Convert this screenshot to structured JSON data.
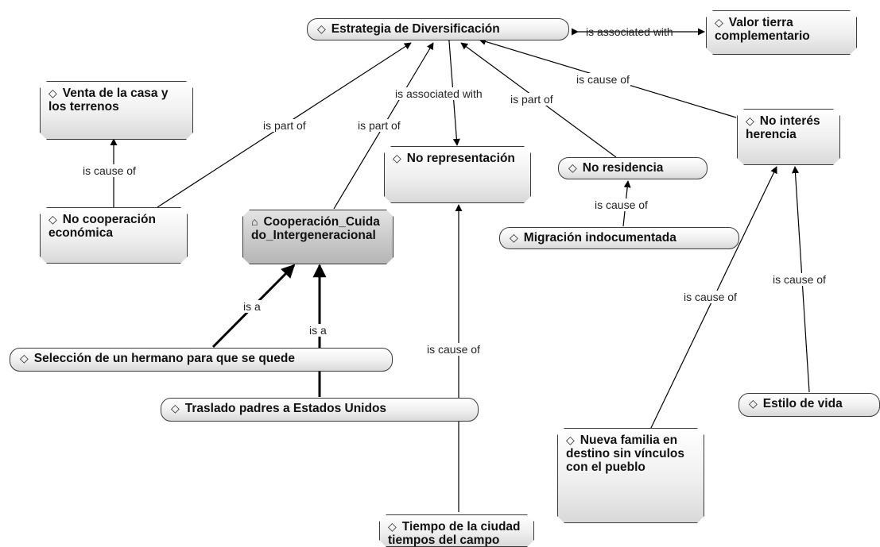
{
  "nodes": {
    "estrategia": {
      "icon": "◇",
      "label": "Estrategia de Diversificación"
    },
    "valor_tierra": {
      "icon": "◇",
      "label": "Valor tierra complementario"
    },
    "venta_casa": {
      "icon": "◇",
      "label": "Venta de la casa y los terrenos"
    },
    "no_cooperacion": {
      "icon": "◇",
      "label": "No cooperación económica"
    },
    "cooperacion": {
      "icon": "⌂",
      "label": "Cooperación_Cuidado_Intergeneracional"
    },
    "no_representacion": {
      "icon": "◇",
      "label": "No representación"
    },
    "no_residencia": {
      "icon": "◇",
      "label": "No residencia"
    },
    "migracion": {
      "icon": "◇",
      "label": "Migración indocumentada"
    },
    "no_interes": {
      "icon": "◇",
      "label": "No interés herencia"
    },
    "seleccion": {
      "icon": "◇",
      "label": "Selección de un hermano para que se quede"
    },
    "traslado": {
      "icon": "◇",
      "label": "Traslado padres a Estados Unidos"
    },
    "estilo": {
      "icon": "◇",
      "label": "Estilo de vida"
    },
    "nueva_familia": {
      "icon": "◇",
      "label": "Nueva familia en destino sin vínculos con el pueblo"
    },
    "tiempo": {
      "icon": "◇",
      "label": "Tiempo de la ciudad tiempos del campo"
    }
  },
  "edges": {
    "valor_assoc": "is associated with",
    "no_coop_part": "is part of",
    "venta_cause": "is cause of",
    "coop_part": "is part of",
    "norep_assoc": "is associated with",
    "nores_part": "is part of",
    "nointeres_cause": "is cause of",
    "migracion_cause": "is cause of",
    "seleccion_isa": "is a",
    "traslado_isa": "is a",
    "tiempo_cause": "is cause of",
    "nueva_familia_cause": "is cause of",
    "estilo_cause": "is cause of"
  }
}
